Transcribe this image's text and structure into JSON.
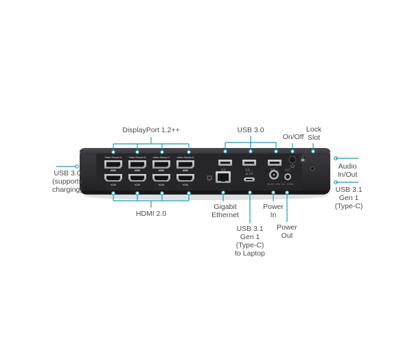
{
  "colors": {
    "callout": "#1a9bb5",
    "body_dark": "#2c2c30",
    "body_mid": "#3a3a3f",
    "port_silver": "#b9bcc2",
    "label_text": "#4a4a4a"
  },
  "labels": {
    "displayport": "DisplayPort 1.2++",
    "hdmi": "HDMI 2.0",
    "usb30_top": "USB 3.0",
    "onoff": "On/Off",
    "lock": [
      "Lock",
      "Slot"
    ],
    "usb30_left": [
      "USB 3.0",
      "(supports",
      "charging)"
    ],
    "audio": [
      "Audio",
      "In/Out"
    ],
    "usb31_right": [
      "USB 3.1",
      "Gen 1",
      "(Type-C)"
    ],
    "gigabit": [
      "Gigabit",
      "Ethernet"
    ],
    "usb31_laptop": [
      "USB 3.1",
      "Gen 1",
      "(Type-C)",
      "to Laptop"
    ],
    "power_in": [
      "Power",
      "In"
    ],
    "power_out": [
      "Power",
      "Out"
    ]
  },
  "panel_text": {
    "streams": [
      "Video Stream A",
      "Video Stream B",
      "Video Stream C",
      "Video Stream D"
    ],
    "hdmi_small": [
      "HDMI",
      "HDMI",
      "HDMI",
      "HDMI"
    ],
    "dc_in": "IN DC 20V",
    "dc_out": "DC 19.5V",
    "out": "OUT"
  },
  "icons": [
    "displayport-icon",
    "hdmi-icon",
    "usb-superspeed-icon",
    "ethernet-icon",
    "usb-c-icon",
    "power-icon",
    "lock-icon",
    "headset-icon"
  ]
}
